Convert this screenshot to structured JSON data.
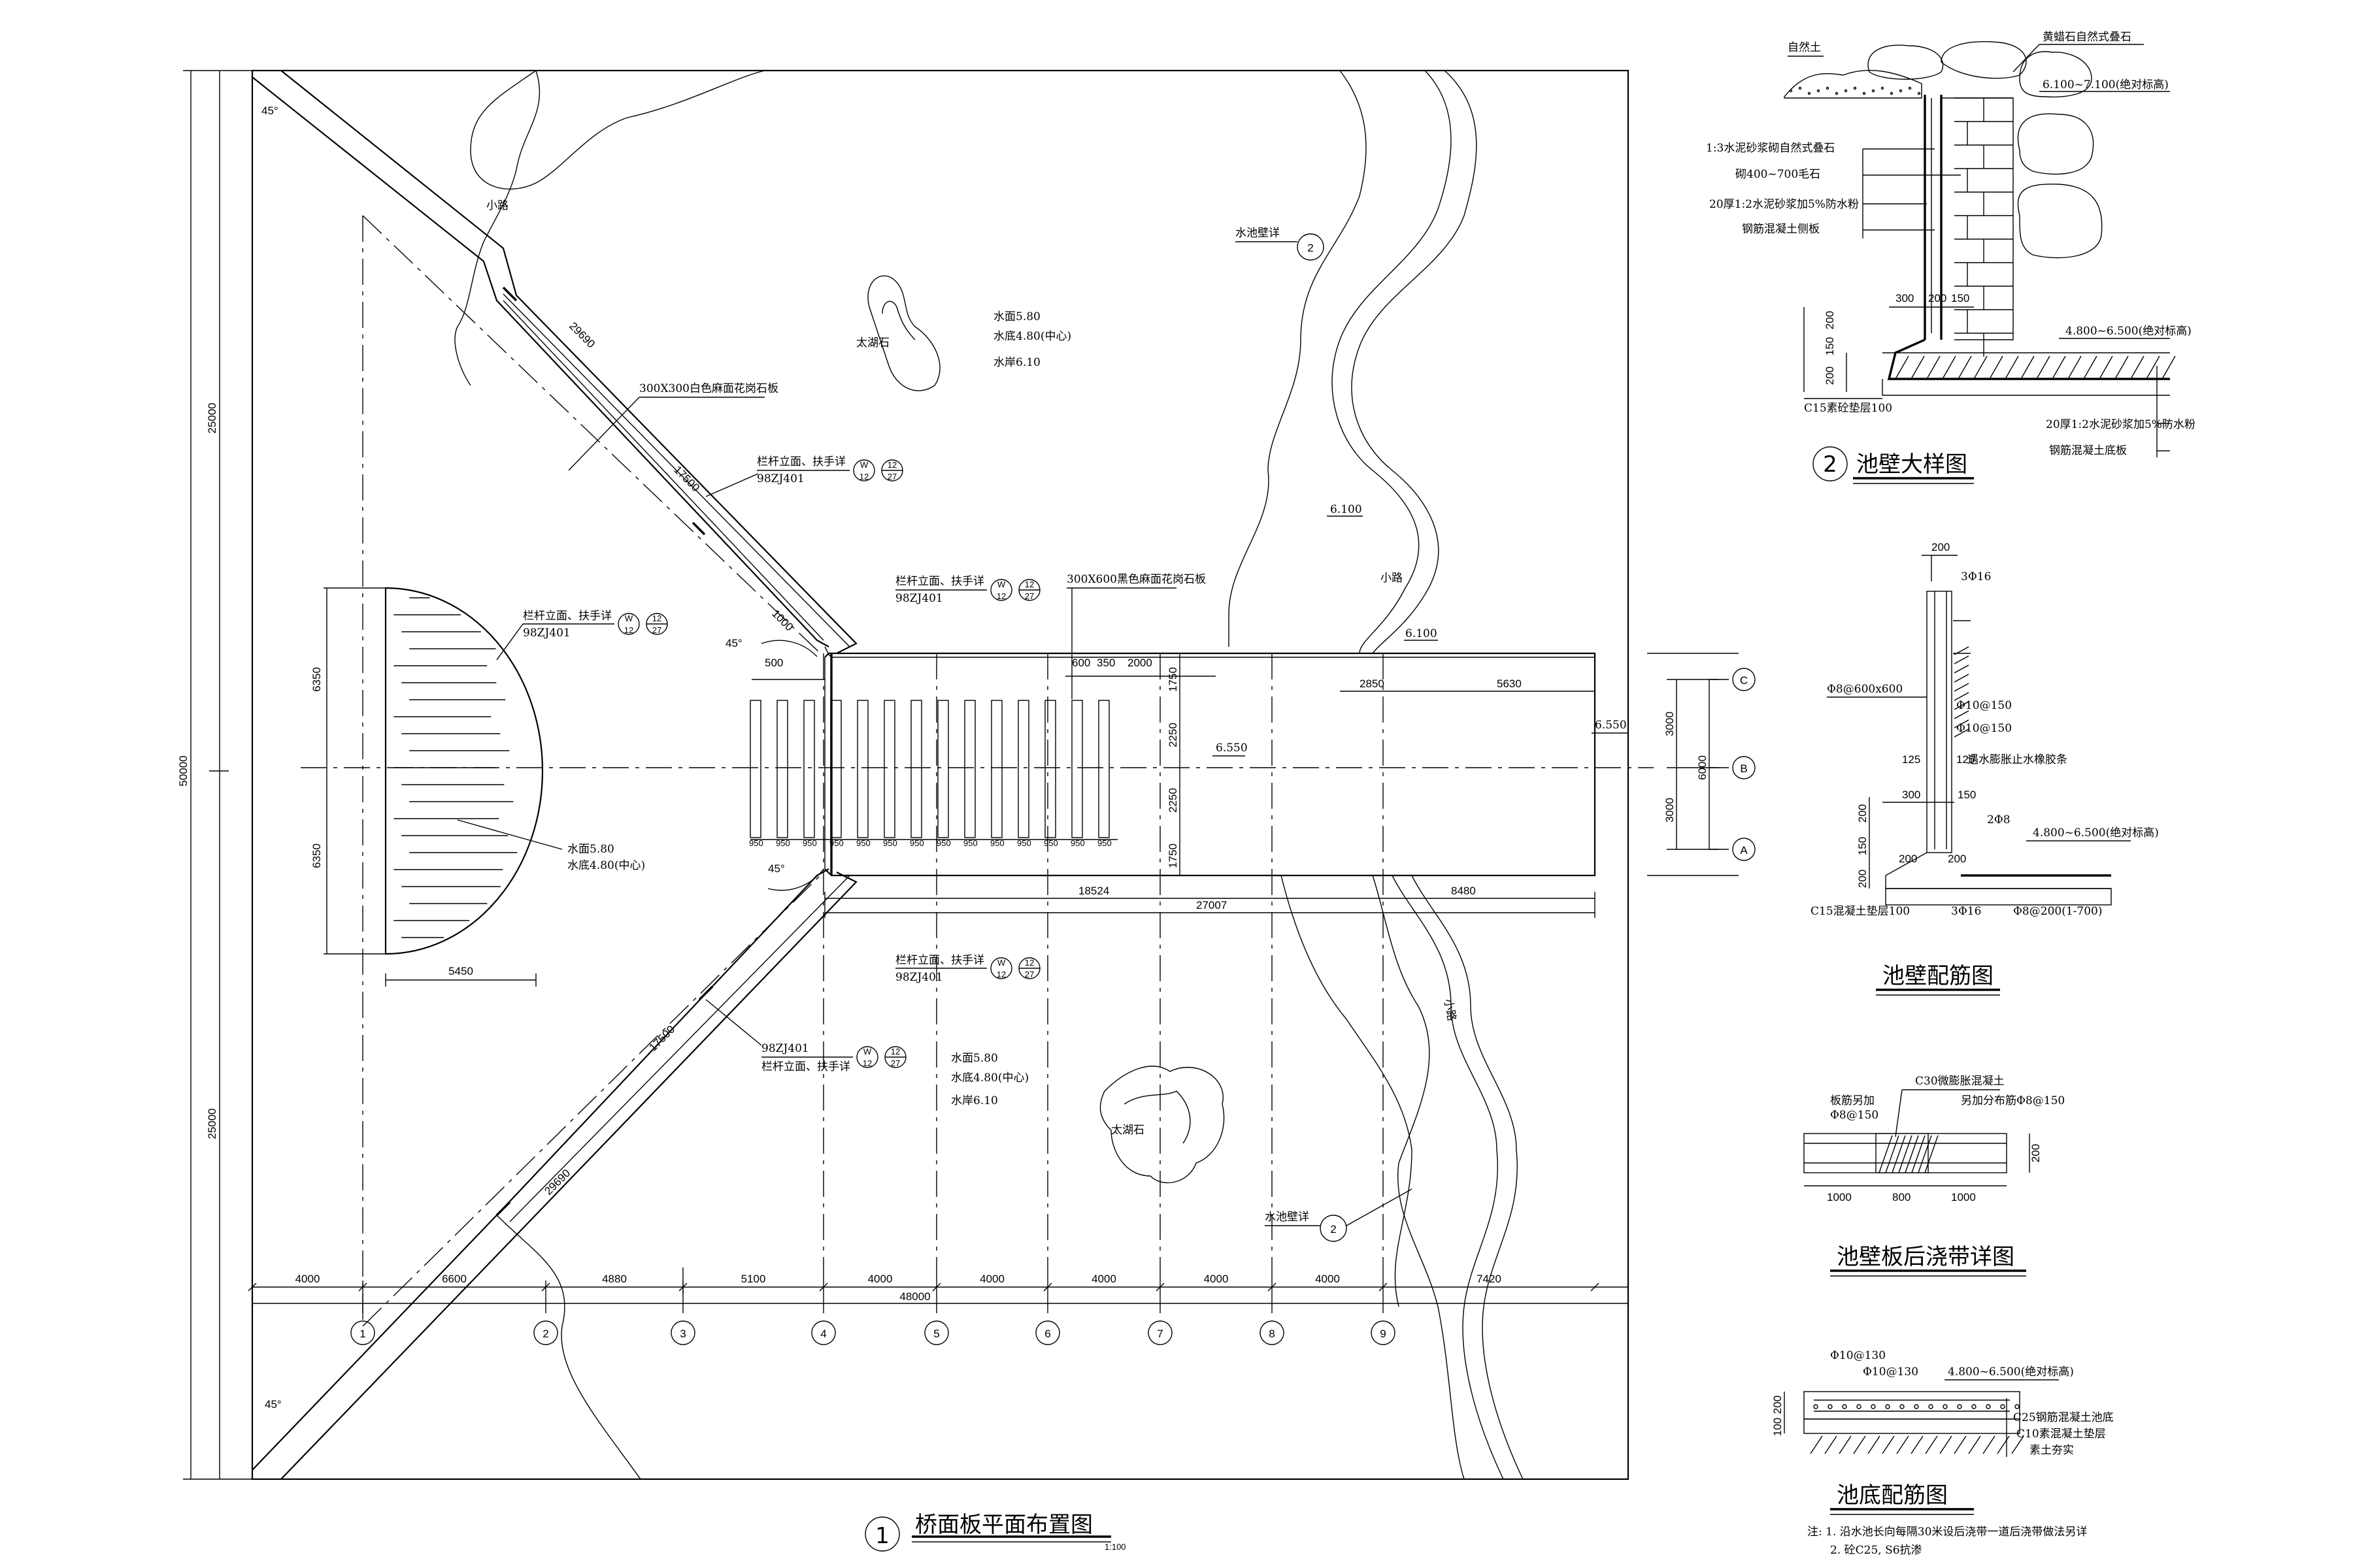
{
  "plan": {
    "title": "桥面板平面布置图",
    "number": "1",
    "scale": "1:100",
    "path_top": "小路",
    "path_right_upper": "小路",
    "path_right_lower": "小路",
    "pool_wall_ref_upper": "水池壁详",
    "pool_wall_ref_lower": "水池壁详",
    "pool_wall_ref_num": "2",
    "stone_upper": "太湖石",
    "stone_lower": "太湖石",
    "water_upper": [
      "水面5.80",
      "水底4.80(中心)",
      "水岸6.10"
    ],
    "water_lower": [
      "水面5.80",
      "水底4.80(中心)",
      "水岸6.10"
    ],
    "water_half": [
      "水面5.80",
      "水底4.80(中心)"
    ],
    "paving_diag": "300X300白色麻面花岗石板",
    "paving_deck": "300X600黑色麻面花岗石板",
    "railing_label": "栏杆立面、扶手详",
    "railing_code": "98ZJ401",
    "index_w": "W",
    "index_12": "12",
    "index_27": "27",
    "elev_6100_a": "6.100",
    "elev_6100_b": "6.100",
    "elev_6550_a": "6.550",
    "elev_6550_b": "6.550",
    "angle": "45°",
    "dims": {
      "total_h": "50000",
      "upper_h": "25000",
      "lower_h": "25000",
      "r1": "6350",
      "r2": "6350",
      "r_w": "5450",
      "d29690_a": "29690",
      "d29690_b": "29690",
      "d17500_a": "17500",
      "d17500_b": "17500",
      "d1000": "1000",
      "d500": "500",
      "d600": "600",
      "d350": "350",
      "d2000": "2000",
      "d2850": "2850",
      "d5630": "5630",
      "d1750_a": "1750",
      "d2250_a": "2250",
      "d2250_b": "2250",
      "d1750_b": "1750",
      "d3000_a": "3000",
      "d3000_b": "3000",
      "d6000": "6000",
      "d18524": "18524",
      "d27007": "27007",
      "d8480": "8480",
      "slat": "950",
      "bottom": [
        "4000",
        "6600",
        "4880",
        "5100",
        "4000",
        "4000",
        "4000",
        "4000",
        "4000",
        "7420"
      ],
      "total_w": "48000"
    },
    "axes_num": [
      "1",
      "2",
      "3",
      "4",
      "5",
      "6",
      "7",
      "8",
      "9"
    ],
    "axes_letter": [
      "C",
      "B",
      "A"
    ]
  },
  "detail_wall": {
    "title": "池壁大样图",
    "number": "2",
    "top_left": "自然土",
    "top_right": "黄蜡石自然式叠石",
    "elev_top": "6.100~7.100(绝对标高)",
    "l1": "1:3水泥砂浆砌自然式叠石",
    "l2": "砌400~700毛石",
    "l3": "20厚1:2水泥砂浆加5%防水粉",
    "l4": "钢筋混凝土侧板",
    "d300": "300",
    "d200": "200",
    "d150": "150",
    "v200a": "200",
    "v150": "150",
    "v200b": "200",
    "elev_bottom": "4.800~6.500(绝对标高)",
    "c15": "C15素砼垫层100",
    "b1": "20厚1:2水泥砂浆加5%防水粉",
    "b2": "钢筋混凝土底板"
  },
  "detail_rebar": {
    "title": "池壁配筋图",
    "d200": "200",
    "r3016a": "3Φ16",
    "l1": "Φ8@600x600",
    "l2": "Φ10@150",
    "l3": "Φ10@150",
    "d125a": "125",
    "d125b": "125",
    "waterstop": "遇水膨胀止水橡胶条",
    "d300": "300",
    "d150": "150",
    "d208": "2Φ8",
    "elev": "4.800~6.500(绝对标高)",
    "v200a": "200",
    "v150": "150",
    "v200b": "200",
    "d200b": "200",
    "d200c": "200",
    "c15": "C15混凝土垫层100",
    "r3016b": "3Φ16",
    "r08": "Φ8@200(1-700)"
  },
  "detail_band": {
    "title": "池壁板后浇带详图",
    "l1": "板筋另加",
    "l1b": "Φ8@150",
    "l2": "C30微膨胀混凝土",
    "l3": "另加分布筋Φ8@150",
    "d1000a": "1000",
    "d800": "800",
    "d1000b": "1000",
    "v200": "200"
  },
  "detail_bottom": {
    "title": "池底配筋图",
    "l1": "Φ10@130",
    "l2": "Φ10@130",
    "elev": "4.800~6.500(绝对标高)",
    "l3": "C25钢筋混凝土池底",
    "l4": "C10素混凝土垫层",
    "l5": "素土夯实",
    "v100": "100",
    "v200": "200",
    "note1": "注: 1. 沿水池长向每隔30米设后浇带一道后浇带做法另详",
    "note2": "2. 砼C25, S6抗渗"
  }
}
